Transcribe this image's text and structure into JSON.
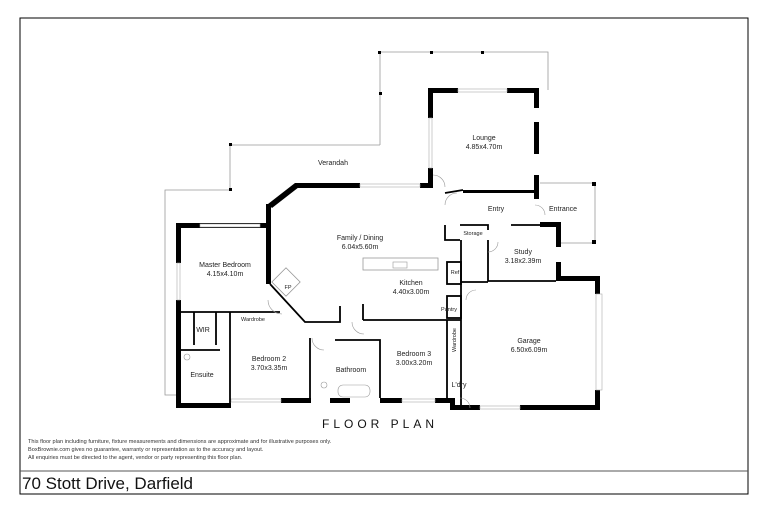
{
  "plan": {
    "title": "FLOOR PLAN",
    "rooms": {
      "verandah": {
        "name": "Verandah"
      },
      "lounge": {
        "name": "Lounge",
        "size": "4.85x4.70m"
      },
      "entry": {
        "name": "Entry"
      },
      "entrance": {
        "name": "Entrance"
      },
      "family": {
        "name": "Family / Dining",
        "size": "6.04x5.60m"
      },
      "storage": {
        "name": "Storage"
      },
      "study": {
        "name": "Study",
        "size": "3.18x2.39m"
      },
      "master": {
        "name": "Master Bedroom",
        "size": "4.15x4.10m"
      },
      "ref": {
        "name": "Ref"
      },
      "kitchen": {
        "name": "Kitchen",
        "size": "4.40x3.00m"
      },
      "fp": {
        "name": "FP"
      },
      "pantry": {
        "name": "Pantry"
      },
      "wardrobe1": {
        "name": "Wardrobe"
      },
      "wir": {
        "name": "WIR"
      },
      "wardrobe2": {
        "name": "Wardrobe"
      },
      "garage": {
        "name": "Garage",
        "size": "6.50x6.09m"
      },
      "bedroom2": {
        "name": "Bedroom 2",
        "size": "3.70x3.35m"
      },
      "bedroom3": {
        "name": "Bedroom 3",
        "size": "3.00x3.20m"
      },
      "bathroom": {
        "name": "Bathroom"
      },
      "ensuite": {
        "name": "Ensuite"
      },
      "laundry": {
        "name": "L'dry"
      }
    }
  },
  "disclaimer": [
    "This floor plan including furniture, fixture measurements and dimensions are approximate and for illustrative purposes only.",
    "BoxBrownie.com gives no guarantee, warranty or representation as to the accuracy and layout.",
    "All enquiries must be directed to the agent, vendor or party representing this floor plan."
  ],
  "address": "70 Stott Drive, Darfield"
}
